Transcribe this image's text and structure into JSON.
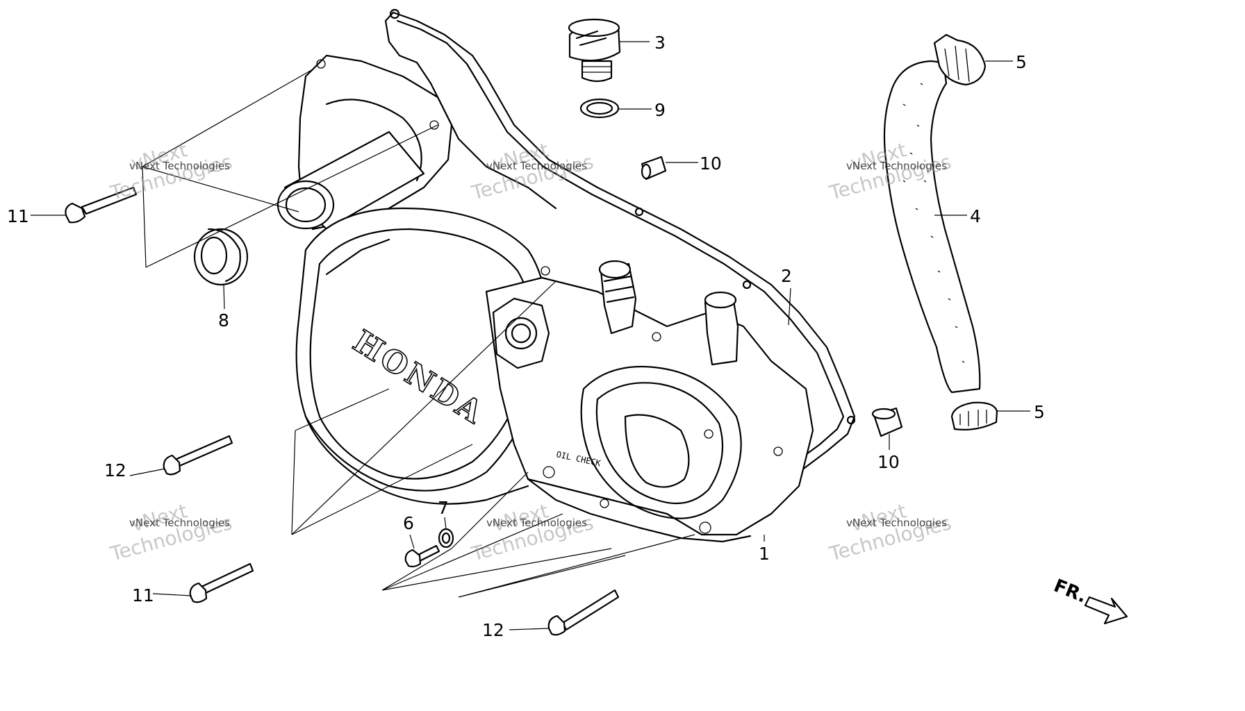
{
  "diagram": {
    "brand_logo": "HONDA",
    "cover_stamp": "OIL CHECK",
    "direction_marker": "FR.",
    "watermark_line1": "vNext",
    "watermark_line2": "Technologies",
    "watermark_caption": "vNext Technologies",
    "callouts": {
      "c1": "1",
      "c2": "2",
      "c3": "3",
      "c4": "4",
      "c5a": "5",
      "c5b": "5",
      "c6": "6",
      "c7": "7",
      "c8": "8",
      "c9": "9",
      "c10a": "10",
      "c10b": "10",
      "c11a": "11",
      "c11b": "11",
      "c12a": "12",
      "c12b": "12"
    }
  }
}
